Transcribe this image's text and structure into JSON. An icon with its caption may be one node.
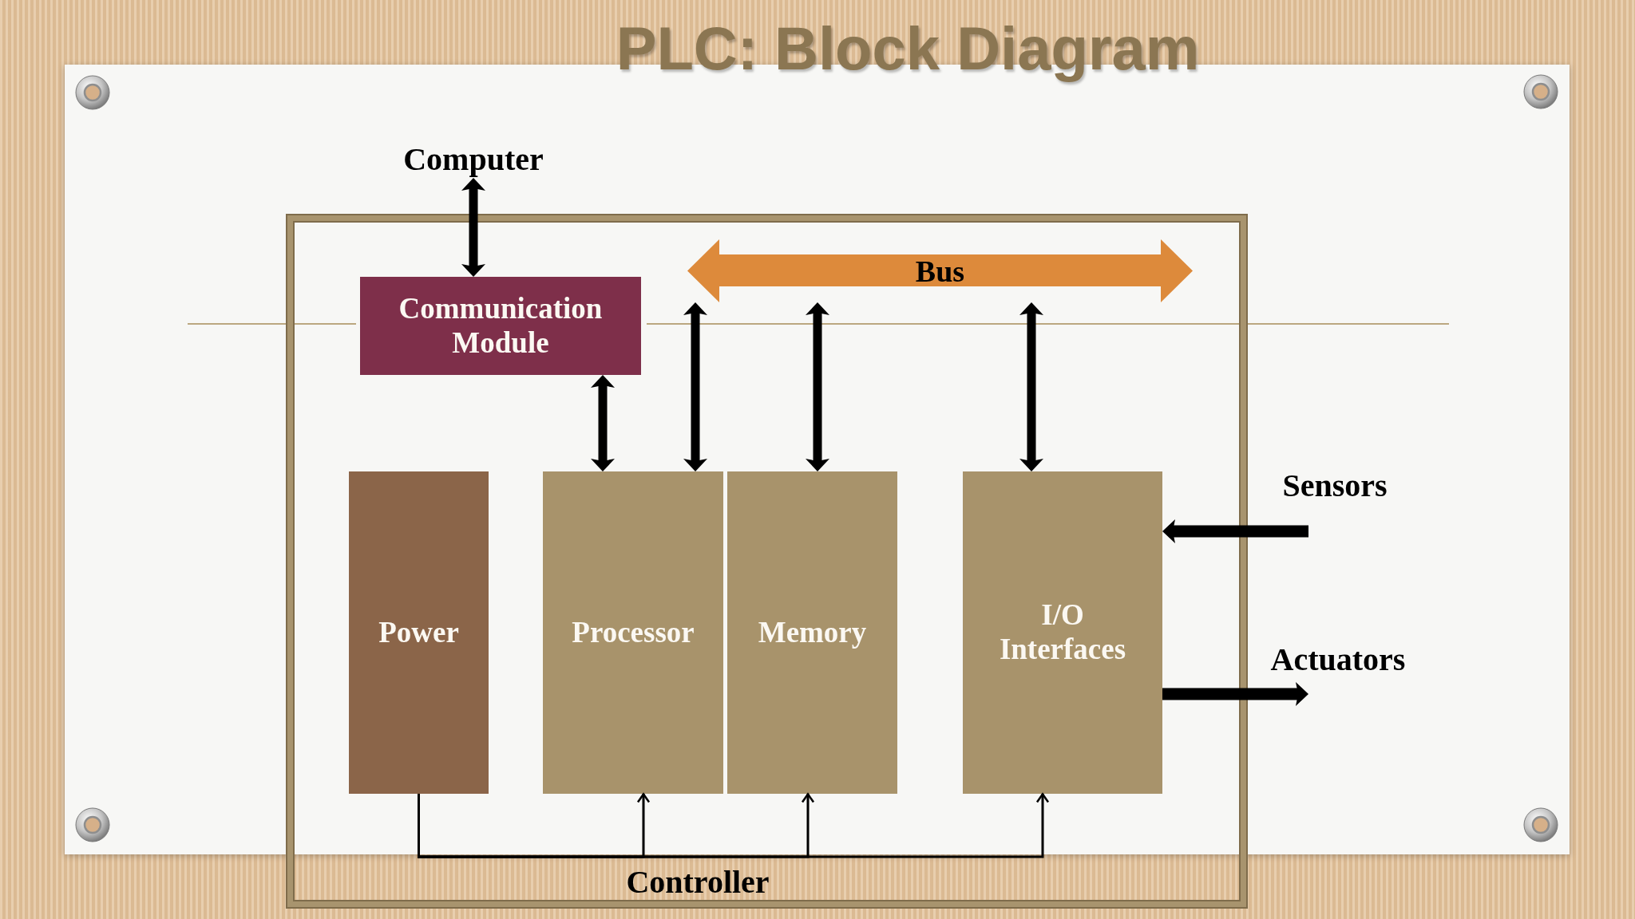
{
  "diagram": {
    "title": "PLC: Block Diagram",
    "nodes": [
      {
        "text": [
          "Controller"
        ]
      },
      {
        "text": [
          "Computer"
        ]
      },
      {
        "text": [
          "Communication Module"
        ],
        "in": 0
      },
      {
        "text": [
          "Bus"
        ],
        "in": 0
      },
      {
        "text": [
          "Power"
        ],
        "in": 0
      },
      {
        "text": [
          "Processor"
        ],
        "in": 0
      },
      {
        "text": [
          "Memory"
        ],
        "in": 0
      },
      {
        "text": [
          "I/O Interfaces"
        ],
        "in": 0
      },
      {
        "text": [
          "Sensors"
        ]
      },
      {
        "text": [
          "Actuators"
        ]
      }
    ],
    "edges": [
      {
        "from": 1,
        "to": 2,
        "arrow": "both"
      },
      {
        "from": 2,
        "to": 5,
        "arrow": "both"
      },
      {
        "from": 3,
        "to": 5,
        "arrow": "both"
      },
      {
        "from": 3,
        "to": 6,
        "arrow": "both"
      },
      {
        "from": 3,
        "to": 7,
        "arrow": "both"
      },
      {
        "from": 8,
        "to": 7,
        "arrow": "to"
      },
      {
        "from": 7,
        "to": 9,
        "arrow": "to"
      },
      {
        "from": 4,
        "to": 5,
        "arrow": "to"
      },
      {
        "from": 4,
        "to": 6,
        "arrow": "to"
      },
      {
        "from": 4,
        "to": 7,
        "arrow": "to"
      }
    ]
  }
}
